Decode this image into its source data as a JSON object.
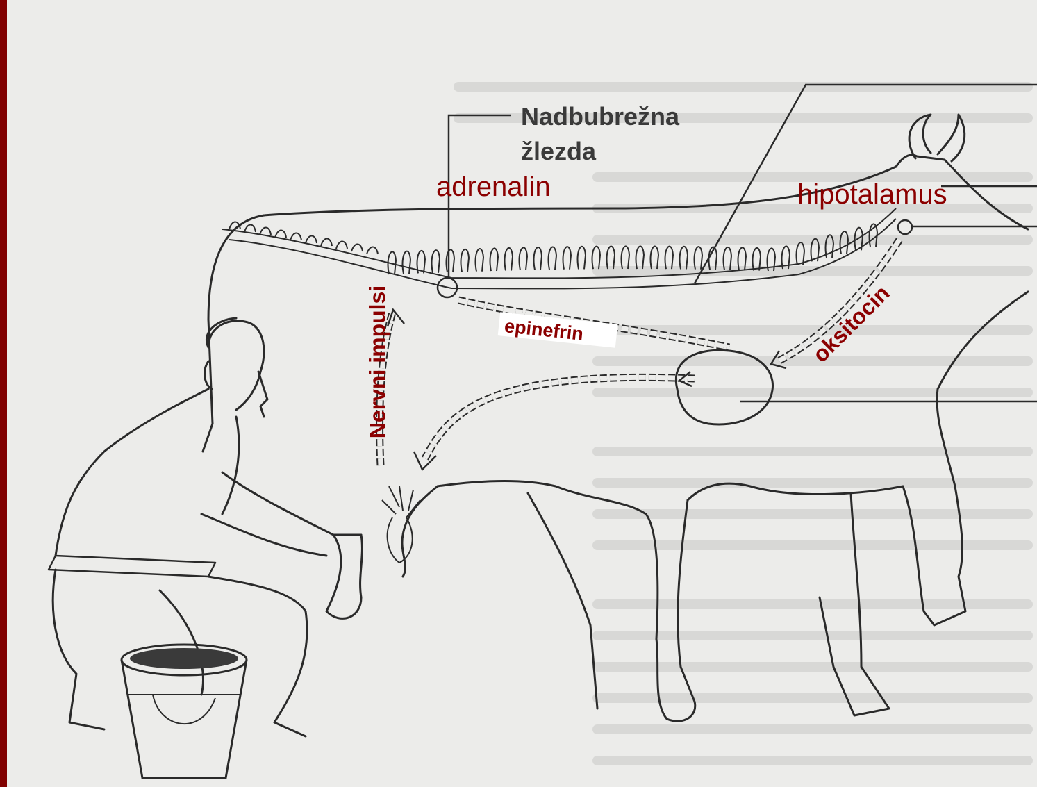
{
  "labels": {
    "adrenal_gland_line1": "Nadbubrežna",
    "adrenal_gland_line2": "žlezda",
    "adrenalin": "adrenalin",
    "hypothalamus": "hipotalamus",
    "nerve_impulses": "Nervni impulsi",
    "epinephrine": "epinefrin",
    "oxytocin": "oksitocin"
  },
  "colors": {
    "border": "#800000",
    "paper": "#ececea",
    "label_red": "#8b0000",
    "label_dark": "#3a3a3a",
    "line_art": "#2a2a2a"
  }
}
